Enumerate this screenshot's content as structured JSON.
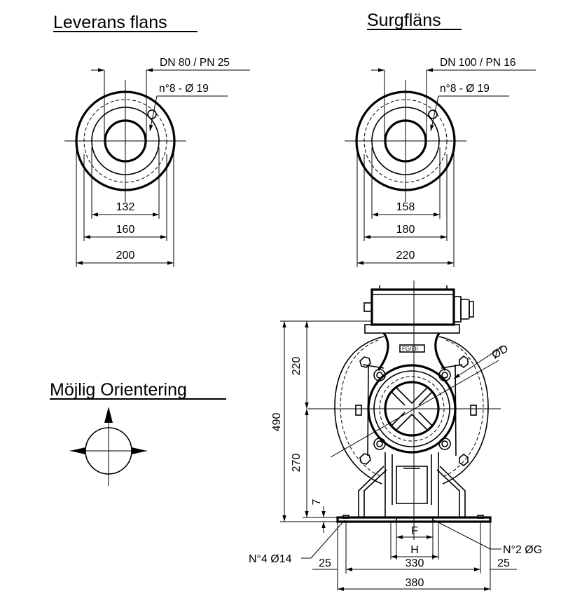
{
  "titles": {
    "left": "Leverans flans",
    "right": "Surgfläns",
    "orientation": "Möjlig Orientering"
  },
  "left_flange": {
    "standard": "DN 80 / PN 25",
    "holes": "n°8 - Ø 19",
    "dims": [
      "132",
      "160",
      "200"
    ]
  },
  "right_flange": {
    "standard": "DN 100 / PN 16",
    "holes": "n°8 - Ø 19",
    "dims": [
      "158",
      "180",
      "220"
    ]
  },
  "pump": {
    "height_total": "490",
    "height_upper": "220",
    "height_lower": "270",
    "foot_height": "7",
    "diameter_label": "ØD",
    "label_f": "F",
    "label_h": "H",
    "left_holes": "N°4 Ø14",
    "right_holes": "N°2 ØG",
    "dim_25_left": "25",
    "dim_330": "330",
    "dim_25_right": "25",
    "dim_380": "380",
    "nameplate": "FG/Ell"
  }
}
